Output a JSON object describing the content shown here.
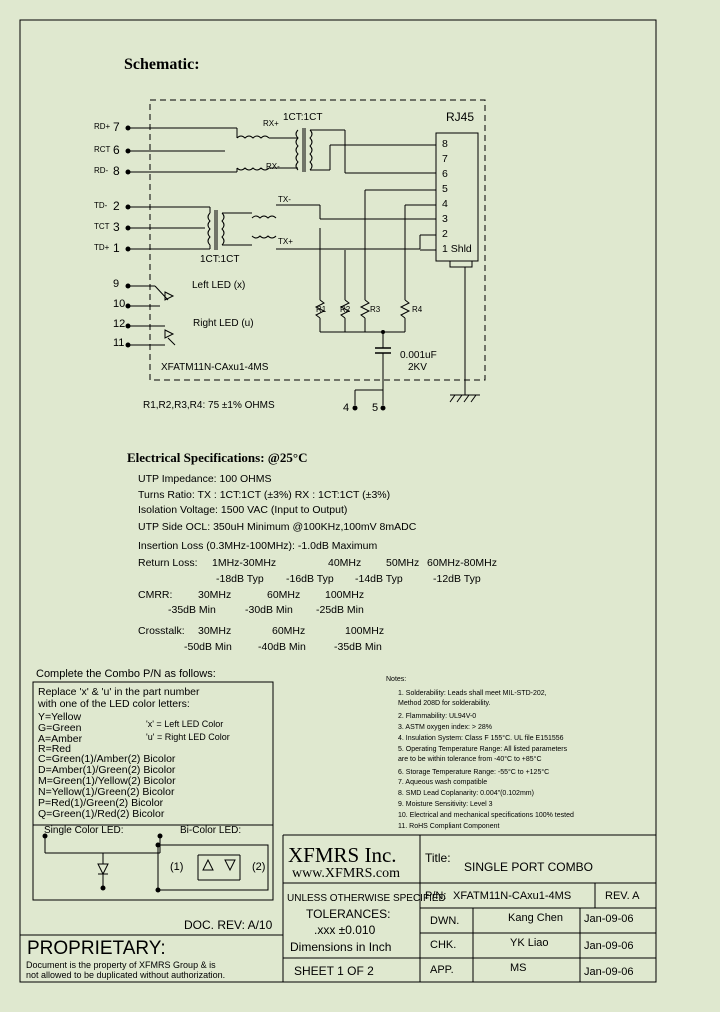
{
  "schematic": {
    "heading": "Schematic:",
    "rj45_label": "RJ45",
    "rj45_pins": [
      "8",
      "7",
      "6",
      "5",
      "4",
      "3",
      "2",
      "1 Shld"
    ],
    "ct_top": "1CT:1CT",
    "ct_bottom": "1CT:1CT",
    "rx_plus": "RX+",
    "rx_minus": "RX-",
    "tx_minus": "TX-",
    "tx_plus": "TX+",
    "left_pins": [
      {
        "label": "RD+",
        "num": "7"
      },
      {
        "label": "RCT",
        "num": "6"
      },
      {
        "label": "RD-",
        "num": "8"
      },
      {
        "label": "TD-",
        "num": "2"
      },
      {
        "label": "TCT",
        "num": "3"
      },
      {
        "label": "TD+",
        "num": "1"
      }
    ],
    "led_pins": [
      "9",
      "10",
      "12",
      "11"
    ],
    "left_led": "Left LED (x)",
    "right_led": "Right LED (u)",
    "part_label": "XFATM11N-CAxu1-4MS",
    "resistors": [
      "R1",
      "R2",
      "R3",
      "R4"
    ],
    "cap_value": "0.001uF",
    "cap_voltage": "2KV",
    "bottom_pins": [
      "4",
      "5"
    ],
    "resistor_note": "R1,R2,R3,R4: 75 ±1% OHMS"
  },
  "electrical": {
    "heading": "Electrical  Specifications: @25°C",
    "impedance": "UTP Impedance: 100 OHMS",
    "turns_ratio": "Turns Ratio: TX : 1CT:1CT (±3%)    RX : 1CT:1CT (±3%)",
    "isolation": "Isolation Voltage: 1500 VAC (Input to Output)",
    "ocl": "UTP Side OCL: 350uH Minimum @100KHz,100mV 8mADC",
    "insertion": "Insertion Loss (0.3MHz-100MHz): -1.0dB Maximum",
    "return_label": "Return Loss:",
    "return_freqs": [
      "1MHz-30MHz",
      "40MHz",
      "50MHz",
      "60MHz-80MHz"
    ],
    "return_values": [
      "-18dB Typ",
      "-16dB Typ",
      "-14dB Typ",
      "-12dB Typ"
    ],
    "cmrr_label": "CMRR:",
    "cmrr_freqs": [
      "30MHz",
      "60MHz",
      "100MHz"
    ],
    "cmrr_values": [
      "-35dB Min",
      "-30dB Min",
      "-25dB Min"
    ],
    "crosstalk_label": "Crosstalk:",
    "crosstalk_freqs": [
      "30MHz",
      "60MHz",
      "100MHz"
    ],
    "crosstalk_values": [
      "-50dB Min",
      "-40dB Min",
      "-35dB Min"
    ]
  },
  "combo": {
    "heading": "Complete the Combo P/N as follows:",
    "intro_1": "Replace 'x' & 'u' in the part number",
    "intro_2": "with one of the LED color letters:",
    "colors": [
      "Y=Yellow",
      "G=Green",
      "A=Amber",
      "R=Red",
      "C=Green(1)/Amber(2) Bicolor",
      "D=Amber(1)/Green(2) Bicolor",
      "M=Green(1)/Yellow(2) Bicolor",
      "N=Yellow(1)/Green(2) Bicolor",
      "P=Red(1)/Green(2) Bicolor",
      "Q=Green(1)/Red(2) Bicolor"
    ],
    "x_note": "'x' = Left LED Color",
    "u_note": "'u' = Right LED Color",
    "single_led": "Single Color LED:",
    "bi_led": "Bi-Color LED:",
    "bi_1": "(1)",
    "bi_2": "(2)"
  },
  "notes": {
    "heading": "Notes:",
    "items": [
      "1. Solderability: Leads shall meet MIL-STD-202,",
      "    Method 208D for solderability.",
      "2. Flammability: UL94V-0",
      "3. ASTM oxygen index: > 28%",
      "4. Insulation System: Class F 155°C. UL file E151556",
      "5. Operating Temperature Range: All listed parameters",
      "    are to be within tolerance from -40°C to +85°C",
      "6. Storage Temperature Range: -55°C to +125°C",
      "7. Aqueous wash compatible",
      "8. SMD Lead Coplanarity: 0.004\"(0.102mm)",
      "9. Moisture Sensitivity: Level 3",
      "10. Electrical and mechanical specifications 100% tested",
      "11. RoHS Compliant Component"
    ]
  },
  "title_block": {
    "doc_rev": "DOC. REV: A/10",
    "proprietary": "PROPRIETARY:",
    "prop_text_1": "Document is the property of XFMRS Group & is",
    "prop_text_2": "not allowed to be duplicated without authorization.",
    "company": "XFMRS Inc.",
    "website": "www.XFMRS.com",
    "title_label": "Title:",
    "title_value": "SINGLE PORT COMBO",
    "tol_1": "UNLESS OTHERWISE SPECIFIED",
    "tol_2": "TOLERANCES:",
    "tol_3": ".xxx ±0.010",
    "tol_4": "Dimensions in Inch",
    "sheet": "SHEET  1  OF  2",
    "pn_label": "P/N:",
    "pn_value": "XFATM11N-CAxu1-4MS",
    "rev": "REV. A",
    "dwn_label": "DWN.",
    "dwn_name": "Kang Chen",
    "dwn_date": "Jan-09-06",
    "chk_label": "CHK.",
    "chk_name": "YK Liao",
    "chk_date": "Jan-09-06",
    "app_label": "APP.",
    "app_name": "MS",
    "app_date": "Jan-09-06"
  }
}
